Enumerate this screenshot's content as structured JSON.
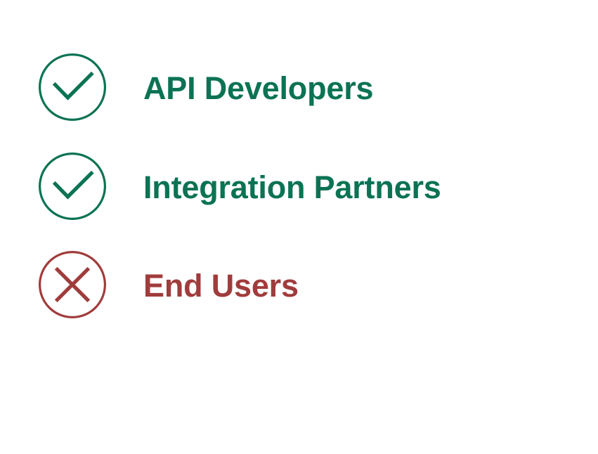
{
  "colors": {
    "background": "#ffffff",
    "positive": "#0b7354",
    "negative": "#a03c3c"
  },
  "list": {
    "items": [
      {
        "label": "API Developers",
        "status": "positive",
        "icon": "check-circle-icon",
        "icon_color": "#0b7354",
        "text_color": "#0b7354"
      },
      {
        "label": "Integration Partners",
        "status": "positive",
        "icon": "check-circle-icon",
        "icon_color": "#0b7354",
        "text_color": "#0b7354"
      },
      {
        "label": "End Users",
        "status": "negative",
        "icon": "x-circle-icon",
        "icon_color": "#a03c3c",
        "text_color": "#a03c3c"
      }
    ]
  }
}
